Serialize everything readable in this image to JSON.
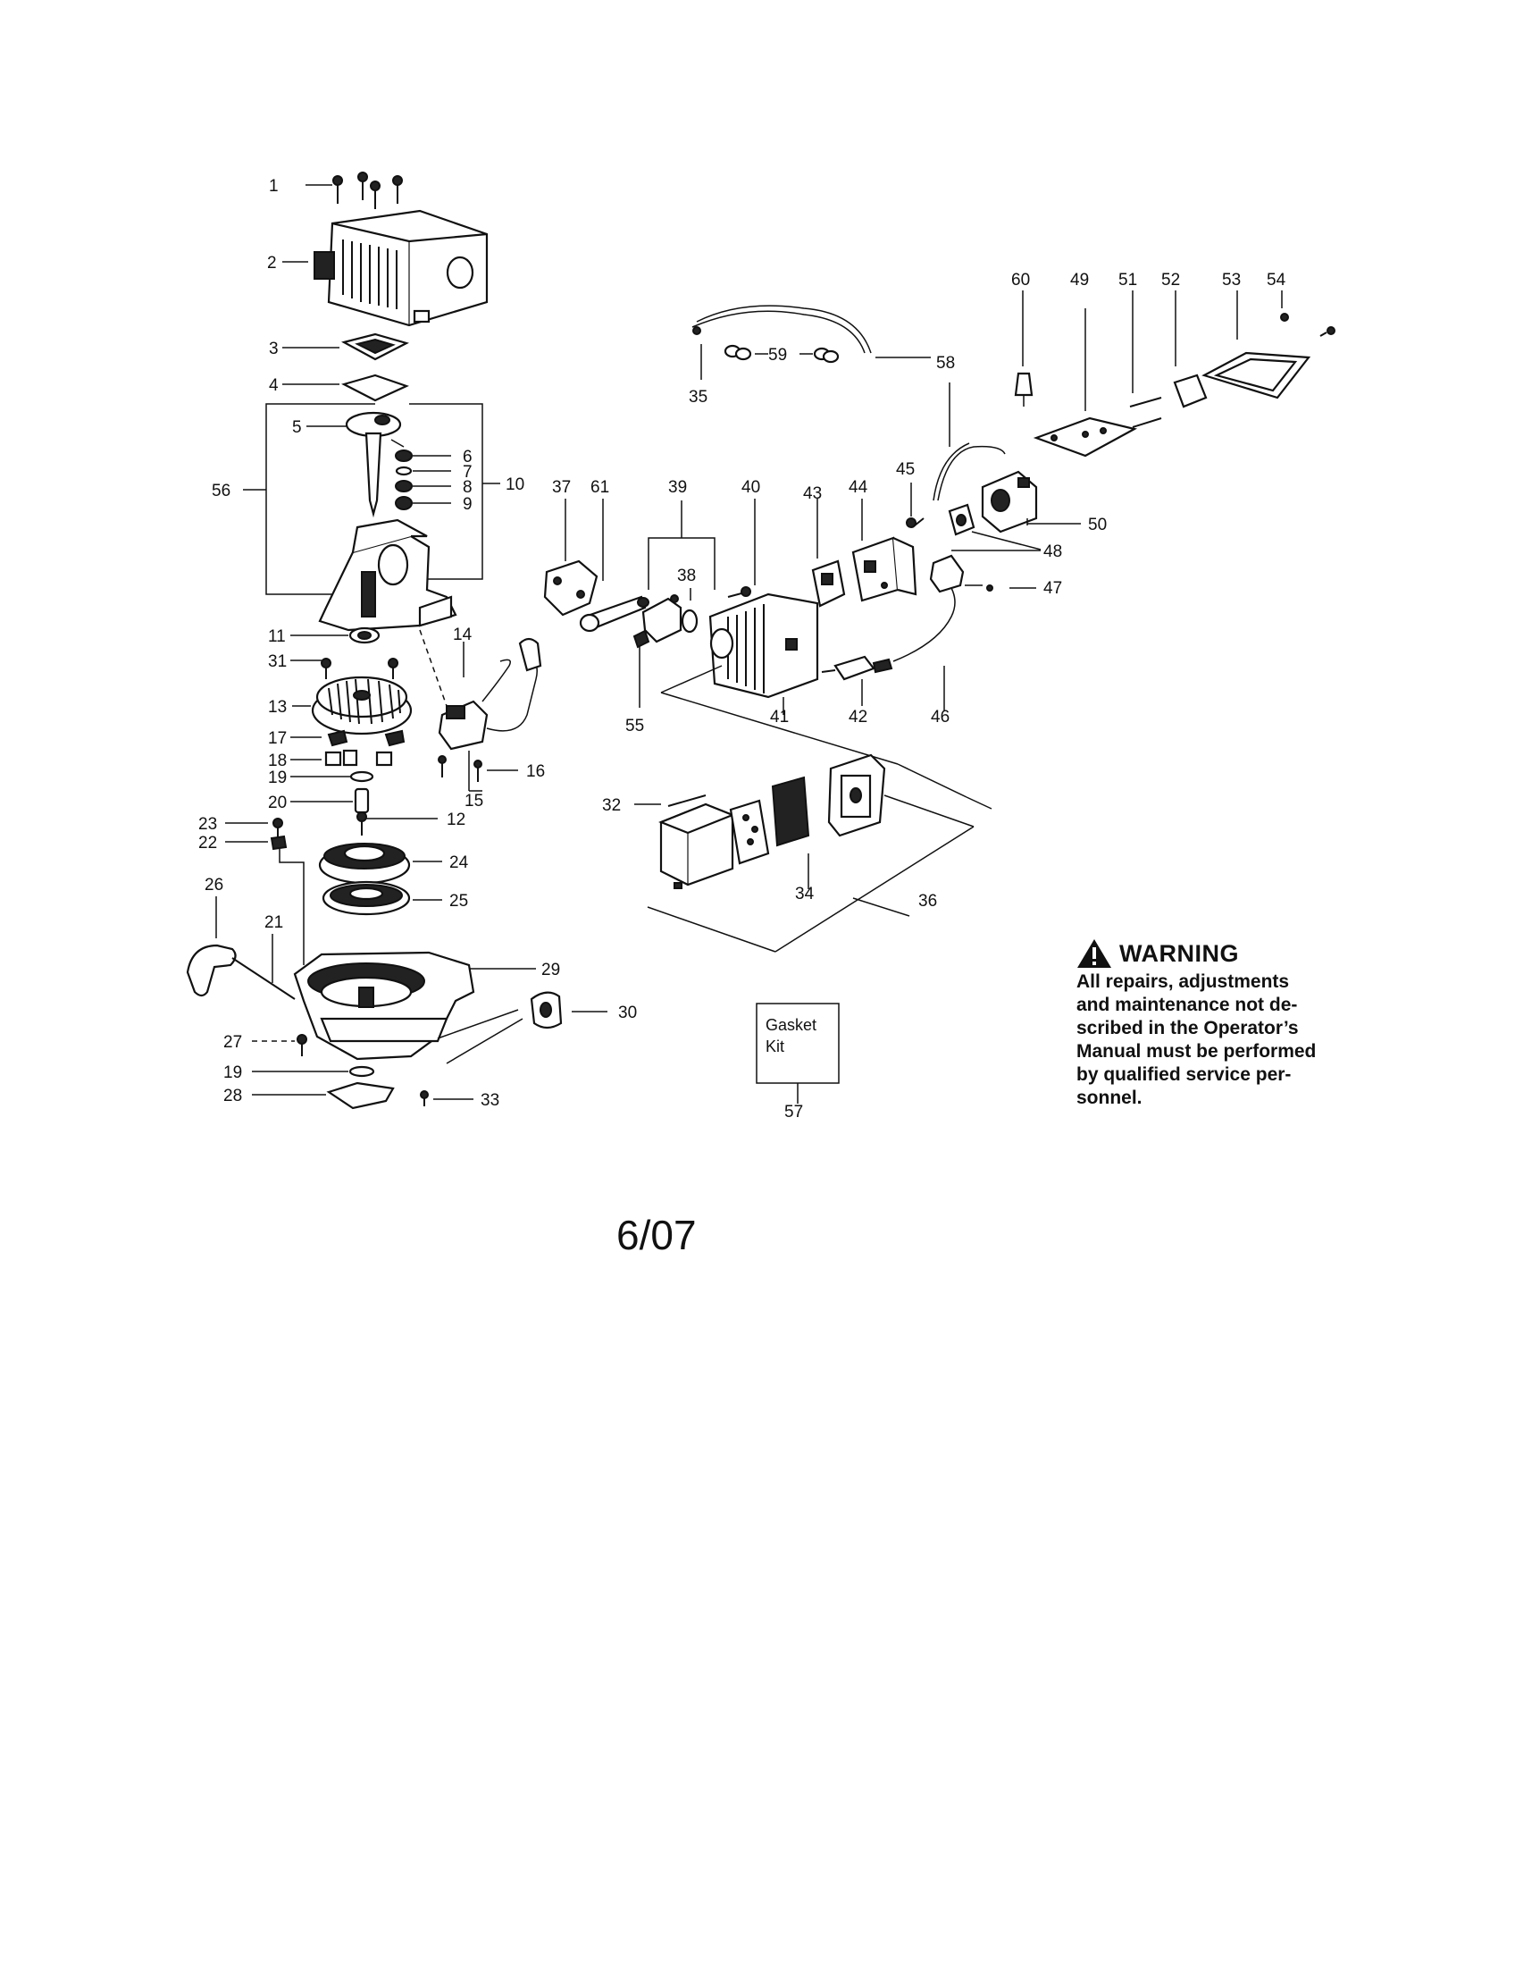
{
  "labels": {
    "p1": "1",
    "p2": "2",
    "p3": "3",
    "p4": "4",
    "p5": "5",
    "p6": "6",
    "p7": "7",
    "p8": "8",
    "p9": "9",
    "p10": "10",
    "p11": "11",
    "p12": "12",
    "p13": "13",
    "p14": "14",
    "p15": "15",
    "p16": "16",
    "p17": "17",
    "p18": "18",
    "p19a": "19",
    "p19b": "19",
    "p20": "20",
    "p21": "21",
    "p22": "22",
    "p23": "23",
    "p24": "24",
    "p25": "25",
    "p26": "26",
    "p27": "27",
    "p28": "28",
    "p29": "29",
    "p30": "30",
    "p31": "31",
    "p32": "32",
    "p33": "33",
    "p34": "34",
    "p35": "35",
    "p36": "36",
    "p37": "37",
    "p38": "38",
    "p39": "39",
    "p40": "40",
    "p41": "41",
    "p42": "42",
    "p43": "43",
    "p44": "44",
    "p45": "45",
    "p46": "46",
    "p47": "47",
    "p48": "48",
    "p49": "49",
    "p50": "50",
    "p51": "51",
    "p52": "52",
    "p53": "53",
    "p54": "54",
    "p55": "55",
    "p56": "56",
    "p57": "57",
    "p58": "58",
    "p59": "59",
    "p60": "60",
    "p61": "61"
  },
  "gasket_kit": {
    "line1": "Gasket",
    "line2": "Kit"
  },
  "warning": {
    "title": "WARNING",
    "lines": [
      "All repairs, adjustments",
      "and maintenance not de-",
      "scribed in the Operator’s",
      "Manual must be performed",
      "by qualified service per-",
      "sonnel."
    ]
  },
  "date": "6/07"
}
